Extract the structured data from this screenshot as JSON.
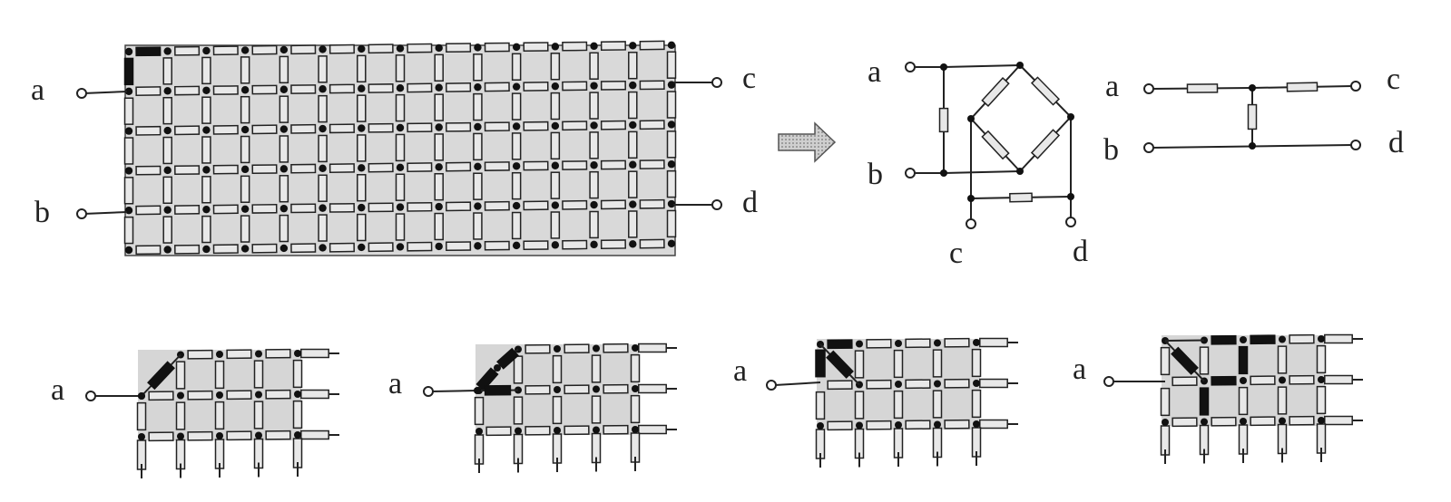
{
  "main_grid": {
    "rows": 6,
    "cols": 14,
    "labels": [
      "a",
      "b",
      "c",
      "d"
    ]
  },
  "arrow": {
    "icon": "right-arrow-icon"
  },
  "bridge": {
    "labels": [
      "a",
      "b",
      "c",
      "d"
    ]
  },
  "t_network": {
    "labels": [
      "a",
      "b",
      "c",
      "d"
    ]
  },
  "steps": [
    {
      "label": "a",
      "step": 1
    },
    {
      "label": "a",
      "step": 2
    },
    {
      "label": "a",
      "step": 3
    },
    {
      "label": "a",
      "step": 4
    }
  ],
  "colors": {
    "resistor_fill": "#e8e8e8",
    "highlight": "#111111",
    "panel": "#d9d9d9",
    "arrow_fill": "#bdbdbd"
  }
}
